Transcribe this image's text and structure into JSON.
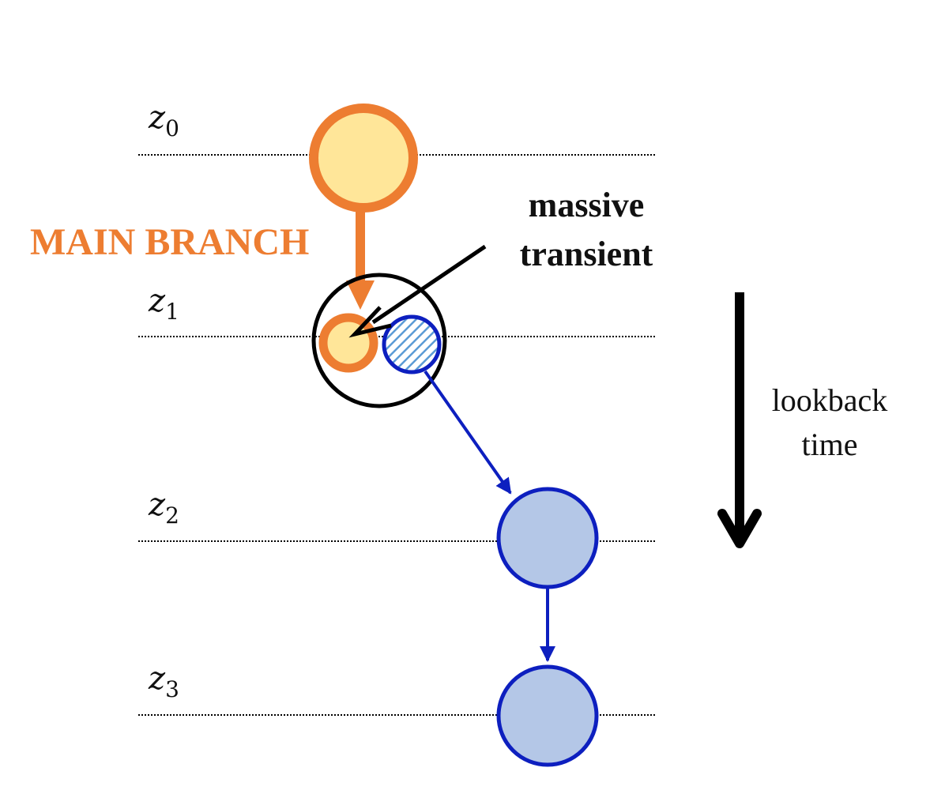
{
  "levels": [
    {
      "letter": "z",
      "sub": "0"
    },
    {
      "letter": "z",
      "sub": "1"
    },
    {
      "letter": "z",
      "sub": "2"
    },
    {
      "letter": "z",
      "sub": "3"
    }
  ],
  "labels": {
    "main_branch": "MAIN BRANCH",
    "massive_line1": "massive",
    "massive_line2": "transient",
    "time_line1": "lookback",
    "time_line2": "time"
  },
  "colors": {
    "main_stroke": "#ed7d31",
    "main_fill": "#ffe699",
    "secondary_stroke": "#0d1fbf",
    "secondary_fill": "#b4c7e7",
    "hatch": "#5b9bd5",
    "ink": "#000000"
  }
}
